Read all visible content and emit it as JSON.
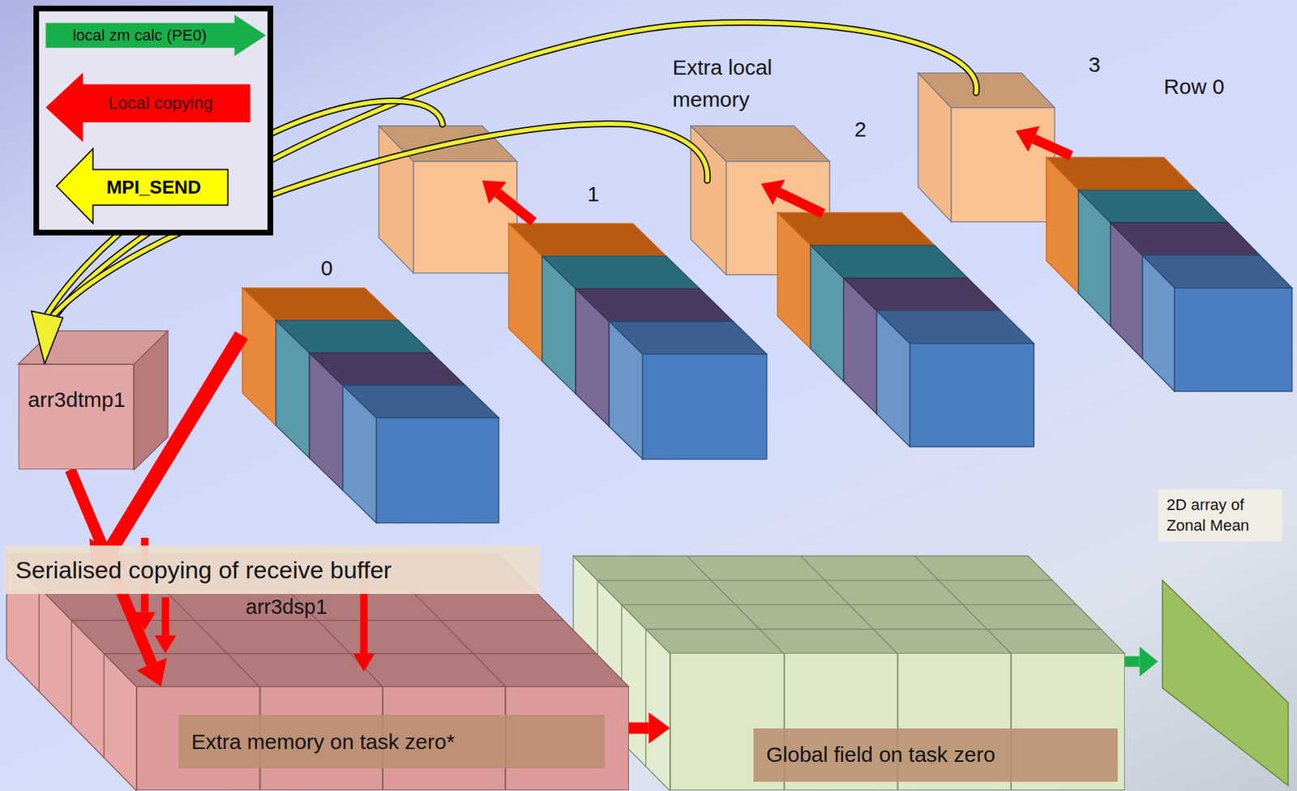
{
  "diagram": {
    "nodes": [
      {
        "text": [
          "arr3dtmp1"
        ]
      },
      {
        "text": [
          "Extra memory on task zero*"
        ]
      },
      {
        "text": [
          "Global field on task zero"
        ]
      },
      {
        "text": [
          "2D array of Zonal Mean"
        ]
      }
    ],
    "edges": [
      {
        "from": 0,
        "to": 1,
        "arrow": "to"
      },
      {
        "from": 1,
        "to": 2,
        "arrow": "to"
      },
      {
        "from": 2,
        "to": 3,
        "arrow": "to"
      }
    ],
    "labels": [
      "Row 0",
      "3",
      "Extra local memory",
      "2",
      "1",
      "0",
      "Serialised copying of receive buffer",
      "arr3dsp1"
    ],
    "legend": [
      {
        "text": "local zm calc (PE0)",
        "color": "#18b04a"
      },
      {
        "text": "Local copying",
        "color": "#ff0000"
      },
      {
        "text": "MPI_SEND",
        "color": "#ffff00"
      }
    ]
  }
}
